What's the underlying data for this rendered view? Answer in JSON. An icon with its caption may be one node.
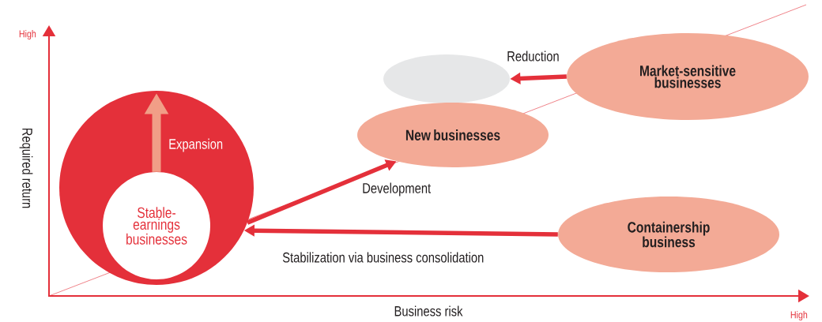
{
  "diagram": {
    "nodes": [
      {
        "text": [],
        "shape": "circle"
      },
      {
        "text": [
          "Stable-earnings businesses"
        ],
        "in": 0
      },
      {
        "text": [],
        "shape": "ellipse"
      },
      {
        "text": [
          "New businesses"
        ]
      },
      {
        "text": [
          "Market-sensitive businesses"
        ]
      },
      {
        "text": [
          "Containership business"
        ]
      }
    ],
    "edges": [
      {
        "from": 1,
        "to": null,
        "arrow": "to",
        "label": "Expansion",
        "style": "thick",
        "color": "#f19e87"
      },
      {
        "from": 0,
        "to": 3,
        "arrow": "to",
        "label": "Development"
      },
      {
        "from": 4,
        "to": 2,
        "arrow": "to",
        "label": "Reduction"
      },
      {
        "from": 5,
        "to": 0,
        "arrow": "to",
        "label": "Stabilization via business consolidation"
      }
    ],
    "labels": [
      "High",
      "Required return",
      "Business risk",
      "High"
    ]
  }
}
